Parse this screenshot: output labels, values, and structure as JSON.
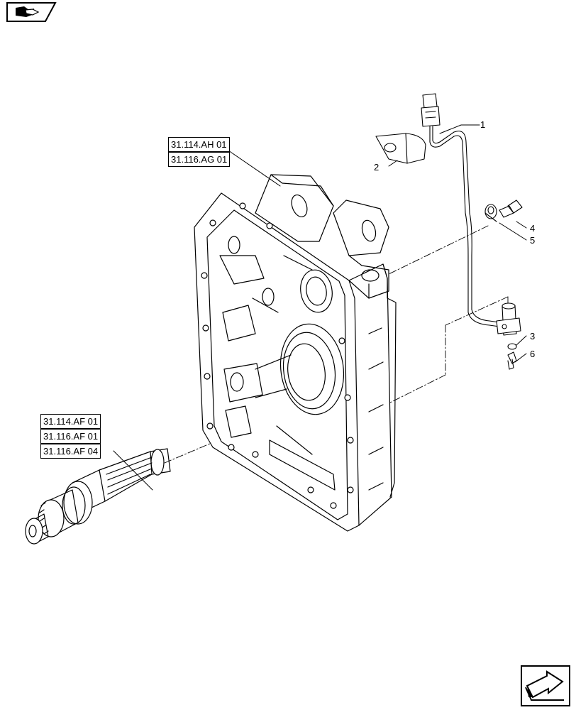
{
  "reference_boxes": {
    "housing": [
      "31.114.AH 01",
      "31.116.AG 01"
    ],
    "shaft": [
      "31.114.AF 01",
      "31.116.AF 01",
      "31.116.AF 04"
    ]
  },
  "callouts": [
    "1",
    "2",
    "3",
    "4",
    "5",
    "6"
  ],
  "icons": {
    "top_left": "book-navigation-icon",
    "bottom_right": "next-page-arrow-icon"
  },
  "colors": {
    "line": "#000000",
    "background": "#ffffff"
  }
}
